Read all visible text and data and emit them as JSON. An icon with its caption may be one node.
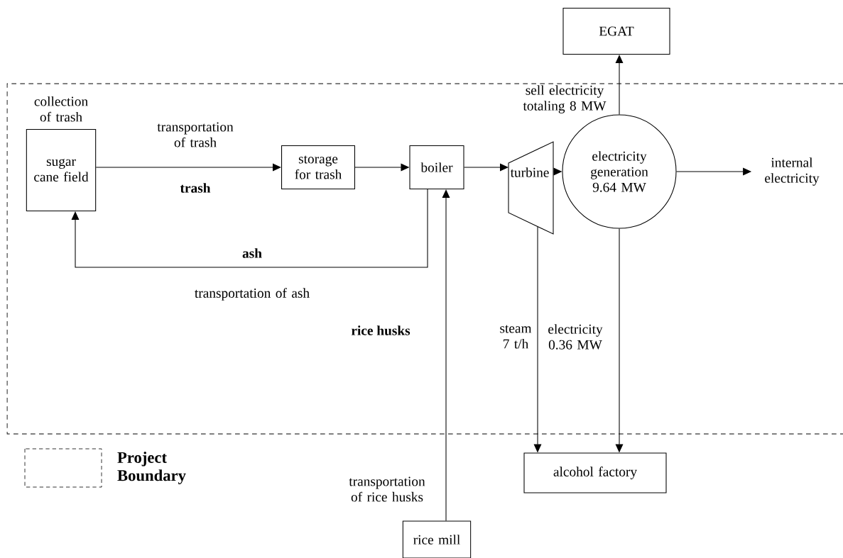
{
  "diagram": {
    "nodes": [
      {
        "text": [
          "sugar cane field"
        ],
        "beside": [
          "collection of trash"
        ]
      },
      {
        "text": [
          "storage for trash"
        ]
      },
      {
        "text": [
          "boiler"
        ]
      },
      {
        "text": [
          "turbine"
        ]
      },
      {
        "text": [
          "electricity generation 9.64 MW"
        ]
      },
      {
        "text": [
          "internal electricity"
        ]
      },
      {
        "text": [
          "EGAT"
        ]
      },
      {
        "text": [
          "alcohol factory"
        ]
      },
      {
        "text": [
          "rice mill"
        ]
      }
    ],
    "edges": [
      {
        "from": 0,
        "to": 1,
        "arrow": "to",
        "label": "transportation of trash"
      },
      {
        "from": 1,
        "to": 2,
        "arrow": "to"
      },
      {
        "from": 2,
        "to": 3,
        "arrow": "to"
      },
      {
        "from": 3,
        "to": 4,
        "arrow": "to"
      },
      {
        "from": 4,
        "to": 5,
        "arrow": "to"
      },
      {
        "from": 4,
        "to": 6,
        "arrow": "to",
        "label": "sell electricity totaling 8 MW"
      },
      {
        "from": 2,
        "to": 0,
        "arrow": "to",
        "label": "transportation of ash"
      },
      {
        "from": 8,
        "to": 2,
        "arrow": "to",
        "label": "transportation of rice husks"
      },
      {
        "from": 3,
        "to": 7,
        "arrow": "to",
        "label": "steam 7 t/h"
      },
      {
        "from": 4,
        "to": 7,
        "arrow": "to",
        "label": "electricity 0.36 MW"
      }
    ],
    "labels": [
      "trash",
      "ash",
      "rice husks"
    ],
    "legend": [
      {
        "text": "Project Boundary"
      }
    ]
  }
}
